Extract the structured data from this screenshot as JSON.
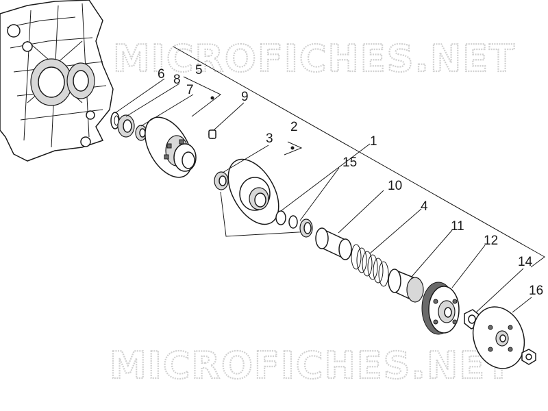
{
  "watermark": {
    "top_text": "MICROFICHES.NET",
    "bottom_text": "MICROFICHES.NET"
  },
  "callouts": [
    "1",
    "2",
    "3",
    "4",
    "5",
    "6",
    "7",
    "8",
    "9",
    "10",
    "11",
    "12",
    "14",
    "15",
    "16"
  ]
}
